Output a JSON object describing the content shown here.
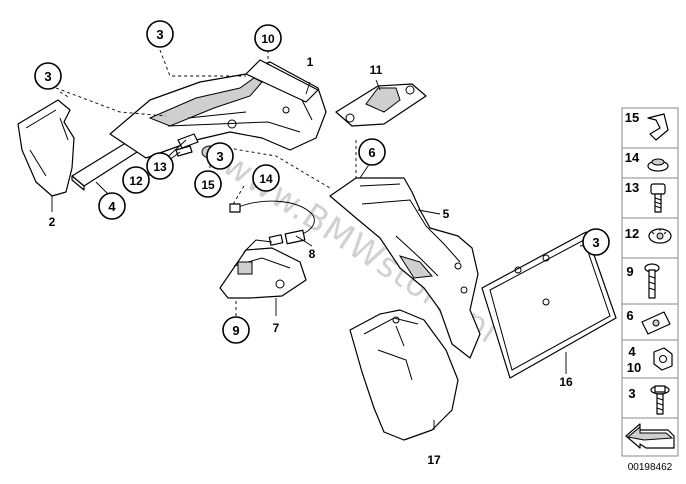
{
  "diagram": {
    "callouts": {
      "c1": "1",
      "c2": "2",
      "c3a": "3",
      "c3b": "3",
      "c3c": "3",
      "c3d": "3",
      "c4": "4",
      "c5": "5",
      "c6": "6",
      "c7": "7",
      "c8": "8",
      "c9": "9",
      "c10": "10",
      "c11": "11",
      "c12": "12",
      "c13": "13",
      "c14": "14",
      "c15": "15",
      "c16": "16",
      "c17": "17"
    },
    "legend": [
      {
        "label": "15",
        "icon": "cable-clip-icon"
      },
      {
        "label": "14",
        "icon": "grommet-icon"
      },
      {
        "label": "13",
        "icon": "socket-head-bolt-icon"
      },
      {
        "label": "12",
        "icon": "expanding-rivet-icon"
      },
      {
        "label": "9",
        "icon": "hex-screw-icon"
      },
      {
        "label": "6",
        "icon": "spring-nut-icon"
      },
      {
        "label": "4",
        "label2": "10",
        "icon": "hex-nut-icon"
      },
      {
        "label": "3",
        "icon": "flange-bolt-icon"
      }
    ],
    "watermark": "www.BMWstore.pl",
    "diagram_code": "00198462"
  }
}
